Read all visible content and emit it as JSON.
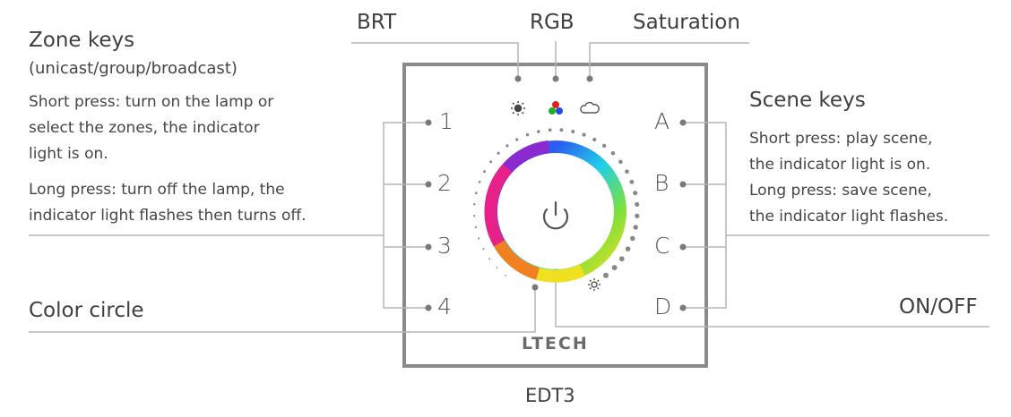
{
  "labels": {
    "brt": "BRT",
    "rgb": "RGB",
    "saturation": "Saturation",
    "color_circle": "Color circle",
    "on_off": "ON/OFF",
    "model": "EDT3",
    "brand": "LTECH"
  },
  "zone_keys": {
    "title": "Zone keys",
    "subtitle": "(unicast/group/broadcast)",
    "short_press": [
      "Short press: turn on the lamp or",
      "select the zones, the indicator",
      "light is on."
    ],
    "long_press": [
      "Long press: turn off the lamp, the",
      "indicator light flashes then turns off."
    ],
    "keys": [
      "1",
      "2",
      "3",
      "4"
    ]
  },
  "scene_keys": {
    "title": "Scene keys",
    "lines": [
      "Short press: play scene,",
      "the indicator light is on.",
      "Long press: save scene,",
      "the indicator light flashes."
    ],
    "keys": [
      "A",
      "B",
      "C",
      "D"
    ]
  },
  "colors": {
    "frame": "#8a8a8a",
    "line": "#b5b5b5",
    "text": "#3f3f3f",
    "dot": "#7a7a7a"
  },
  "icons": [
    "sun-icon",
    "rgb-dots-icon",
    "cloud-icon",
    "power-icon",
    "sun-small-icon"
  ]
}
